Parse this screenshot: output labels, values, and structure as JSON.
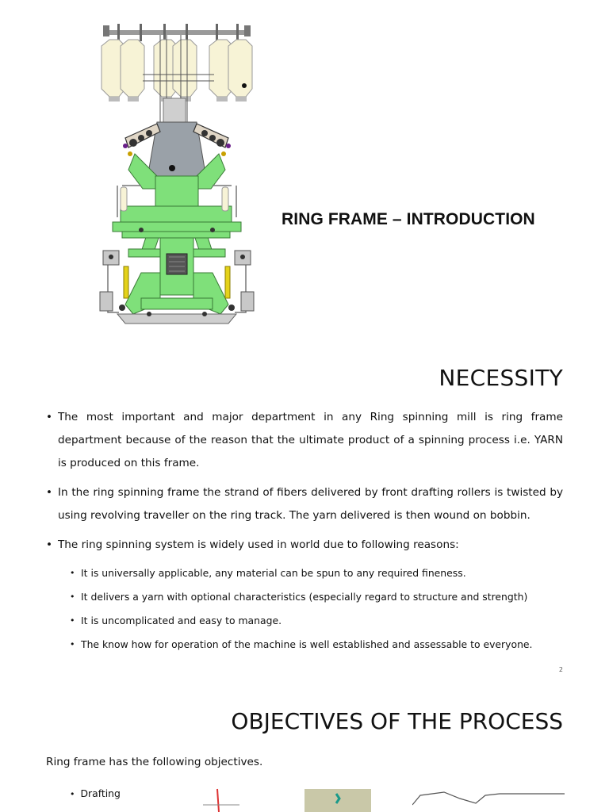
{
  "slide1": {
    "title": "RING FRAME – INTRODUCTION"
  },
  "slide2": {
    "title": "NECESSITY",
    "bullets": [
      "The most important and major department in any Ring spinning mill is ring frame department because of the reason that the ultimate product of a spinning process i.e. YARN is produced on this frame.",
      "In the ring spinning frame the strand of fibers delivered by front drafting rollers is twisted by using revolving traveller on the ring track. The yarn delivered is then wound on bobbin.",
      "The ring spinning system is widely used in world due to following reasons:"
    ],
    "sub_bullets": [
      "It is universally applicable, any material can be spun to any required fineness.",
      "It delivers a yarn with optional characteristics (especially regard to structure and strength)",
      "It is uncomplicated and easy to manage.",
      "The know how for operation of the machine is well established and assessable to everyone."
    ],
    "page_number": "2"
  },
  "slide3": {
    "title": "OBJECTIVES OF THE PROCESS",
    "intro": "Ring frame has the following objectives.",
    "bullets": [
      "Drafting"
    ]
  },
  "colors": {
    "machine_green": "#7fe07a",
    "bobbin_cream": "#f7f3d6",
    "frame_gray": "#8a8a8a",
    "text": "#111111"
  }
}
